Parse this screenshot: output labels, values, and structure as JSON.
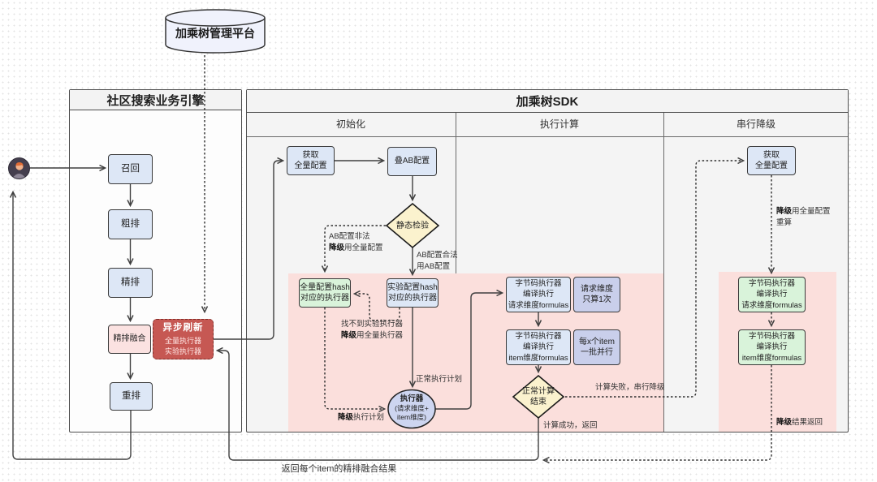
{
  "colors": {
    "box_blue": "#dde7f6",
    "box_lavender": "#c9cfeb",
    "box_green": "#d9f3da",
    "box_pink": "#fbe2e1",
    "band_pink": "#fbdfdc",
    "diamond_yellow": "#fbf2ce",
    "refresh_red": "#c65853",
    "edge": "#3f3f3f"
  },
  "platform": {
    "label": "加乘树管理平台"
  },
  "engine": {
    "title": "社区搜索业务引擎",
    "recall": "召回",
    "rough_rank": "粗排",
    "fine_rank": "精排",
    "fine_fusion": "精排融合",
    "rerank": "重排",
    "async_refresh": {
      "title": "异步刷新",
      "line2": "全量执行器",
      "line3": "实验执行器"
    }
  },
  "sdk": {
    "title": "加乘树SDK",
    "columns": {
      "init": "初始化",
      "exec": "执行计算",
      "degrade": "串行降级"
    },
    "init": {
      "fetch1": "获取",
      "fetch2": "全量配置",
      "merge_ab": "叠AB配置",
      "static_check": "静态检验",
      "full_hash1": "全量配置hash",
      "full_hash2": "对应的执行器",
      "exp_hash1": "实验配置hash",
      "exp_hash2": "对应的执行器",
      "executor1": "执行器",
      "executor2": "(请求维度+",
      "executor3": "item维度)"
    },
    "exec": {
      "req1": "字节码执行器",
      "req2": "编译执行",
      "req3": "请求维度formulas",
      "note_req1": "请求维度",
      "note_req2": "只算1次",
      "item1": "字节码执行器",
      "item2": "编译执行",
      "item3": "item维度formulas",
      "note_item1": "每x个item",
      "note_item2": "一批并行",
      "check1": "正常计算",
      "check2": "结束"
    },
    "degrade": {
      "fetch1": "获取",
      "fetch2": "全量配置",
      "req1": "字节码执行器",
      "req2": "编译执行",
      "req3": "请求维度formulas",
      "item1": "字节码执行器",
      "item2": "编译执行",
      "item3": "item维度formulas"
    }
  },
  "labels": {
    "ab_invalid1": "AB配置非法",
    "ab_invalid2a": "降级",
    "ab_invalid2b": "用全量配置",
    "ab_valid1": "AB配置合法",
    "ab_valid2": "用AB配置",
    "no_exp1": "找不到实验执行器",
    "no_exp2a": "降级",
    "no_exp2b": "用全量执行器",
    "normal_plan": "正常执行计划",
    "degrade_plana": "降级",
    "degrade_planb": "执行计划",
    "calc_fail": "计算失败，串行降级",
    "calc_ok": "计算成功，返回",
    "recalc1a": "降级",
    "recalc1b": "用全量配置",
    "recalc2": "重算",
    "degrade_returna": "降级",
    "degrade_returnb": "结果返回",
    "final_return": "返回每个item的精排融合结果"
  }
}
